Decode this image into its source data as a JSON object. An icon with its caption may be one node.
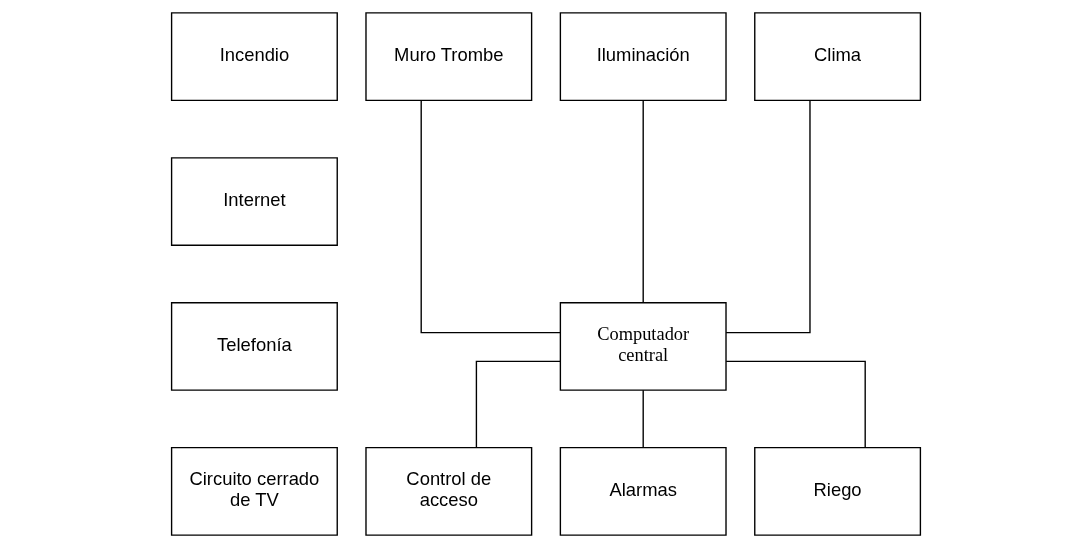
{
  "diagram": {
    "nodes": [
      {
        "text": [
          "Incendio"
        ]
      },
      {
        "text": [
          "Internet"
        ]
      },
      {
        "text": [
          "Telefonía"
        ]
      },
      {
        "text": [
          "Circuito cerrado de TV"
        ]
      },
      {
        "text": [
          "Muro Trombe"
        ]
      },
      {
        "text": [
          "Iluminación"
        ]
      },
      {
        "text": [
          "Clima"
        ]
      },
      {
        "text": [
          "Computador central"
        ]
      },
      {
        "text": [
          "Control de acceso"
        ]
      },
      {
        "text": [
          "Alarmas"
        ]
      },
      {
        "text": [
          "Riego"
        ]
      }
    ],
    "edges": [
      {
        "from": 4,
        "to": 7,
        "arrow": "none"
      },
      {
        "from": 5,
        "to": 7,
        "arrow": "none"
      },
      {
        "from": 6,
        "to": 7,
        "arrow": "none"
      },
      {
        "from": 7,
        "to": 8,
        "arrow": "none"
      },
      {
        "from": 7,
        "to": 9,
        "arrow": "none"
      },
      {
        "from": 7,
        "to": 10,
        "arrow": "none"
      }
    ]
  }
}
